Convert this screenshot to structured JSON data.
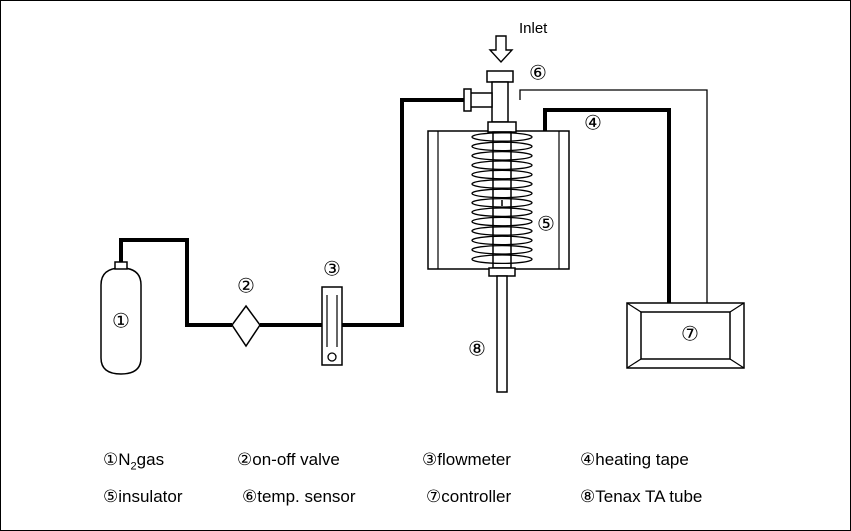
{
  "diagram": {
    "inlet_label": "Inlet",
    "components": [
      {
        "num": "①",
        "name": "N",
        "sub": "2",
        "suffix": "gas"
      },
      {
        "num": "②",
        "name": "on-off valve"
      },
      {
        "num": "③",
        "name": "flowmeter"
      },
      {
        "num": "④",
        "name": "heating tape"
      },
      {
        "num": "⑤",
        "name": "insulator"
      },
      {
        "num": "⑥",
        "name": "temp. sensor"
      },
      {
        "num": "⑦",
        "name": "controller"
      },
      {
        "num": "⑧",
        "name": "Tenax TA tube"
      }
    ]
  }
}
